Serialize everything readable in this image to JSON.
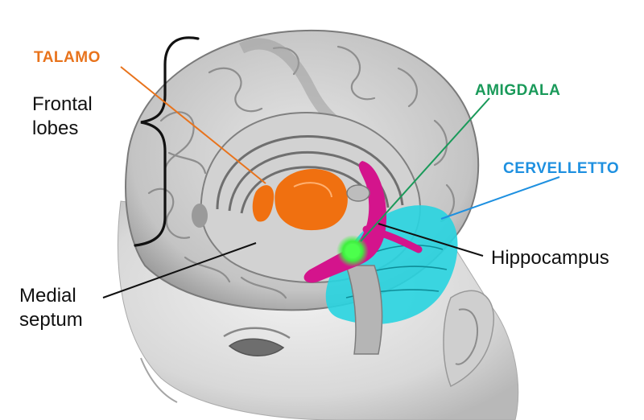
{
  "labels": {
    "frontal_lobes_line1": "Frontal",
    "frontal_lobes_line2": "lobes",
    "talamo": "TALAMO",
    "amigdala": "AMIGDALA",
    "cervelletto": "CERVELLETTO",
    "hippocampus": "Hippocampus",
    "medial_septum_line1": "Medial",
    "medial_septum_line2": "septum"
  },
  "colors": {
    "talamo": "#e8731c",
    "amigdala": "#1a9a5a",
    "cervelletto": "#1e90e0",
    "hippocampus_region": "#d4148c",
    "cerebellum_region": "#28d4e0",
    "amygdala_region": "#3ef03e",
    "thalamus_region": "#f07010",
    "text_dark": "#111111"
  }
}
